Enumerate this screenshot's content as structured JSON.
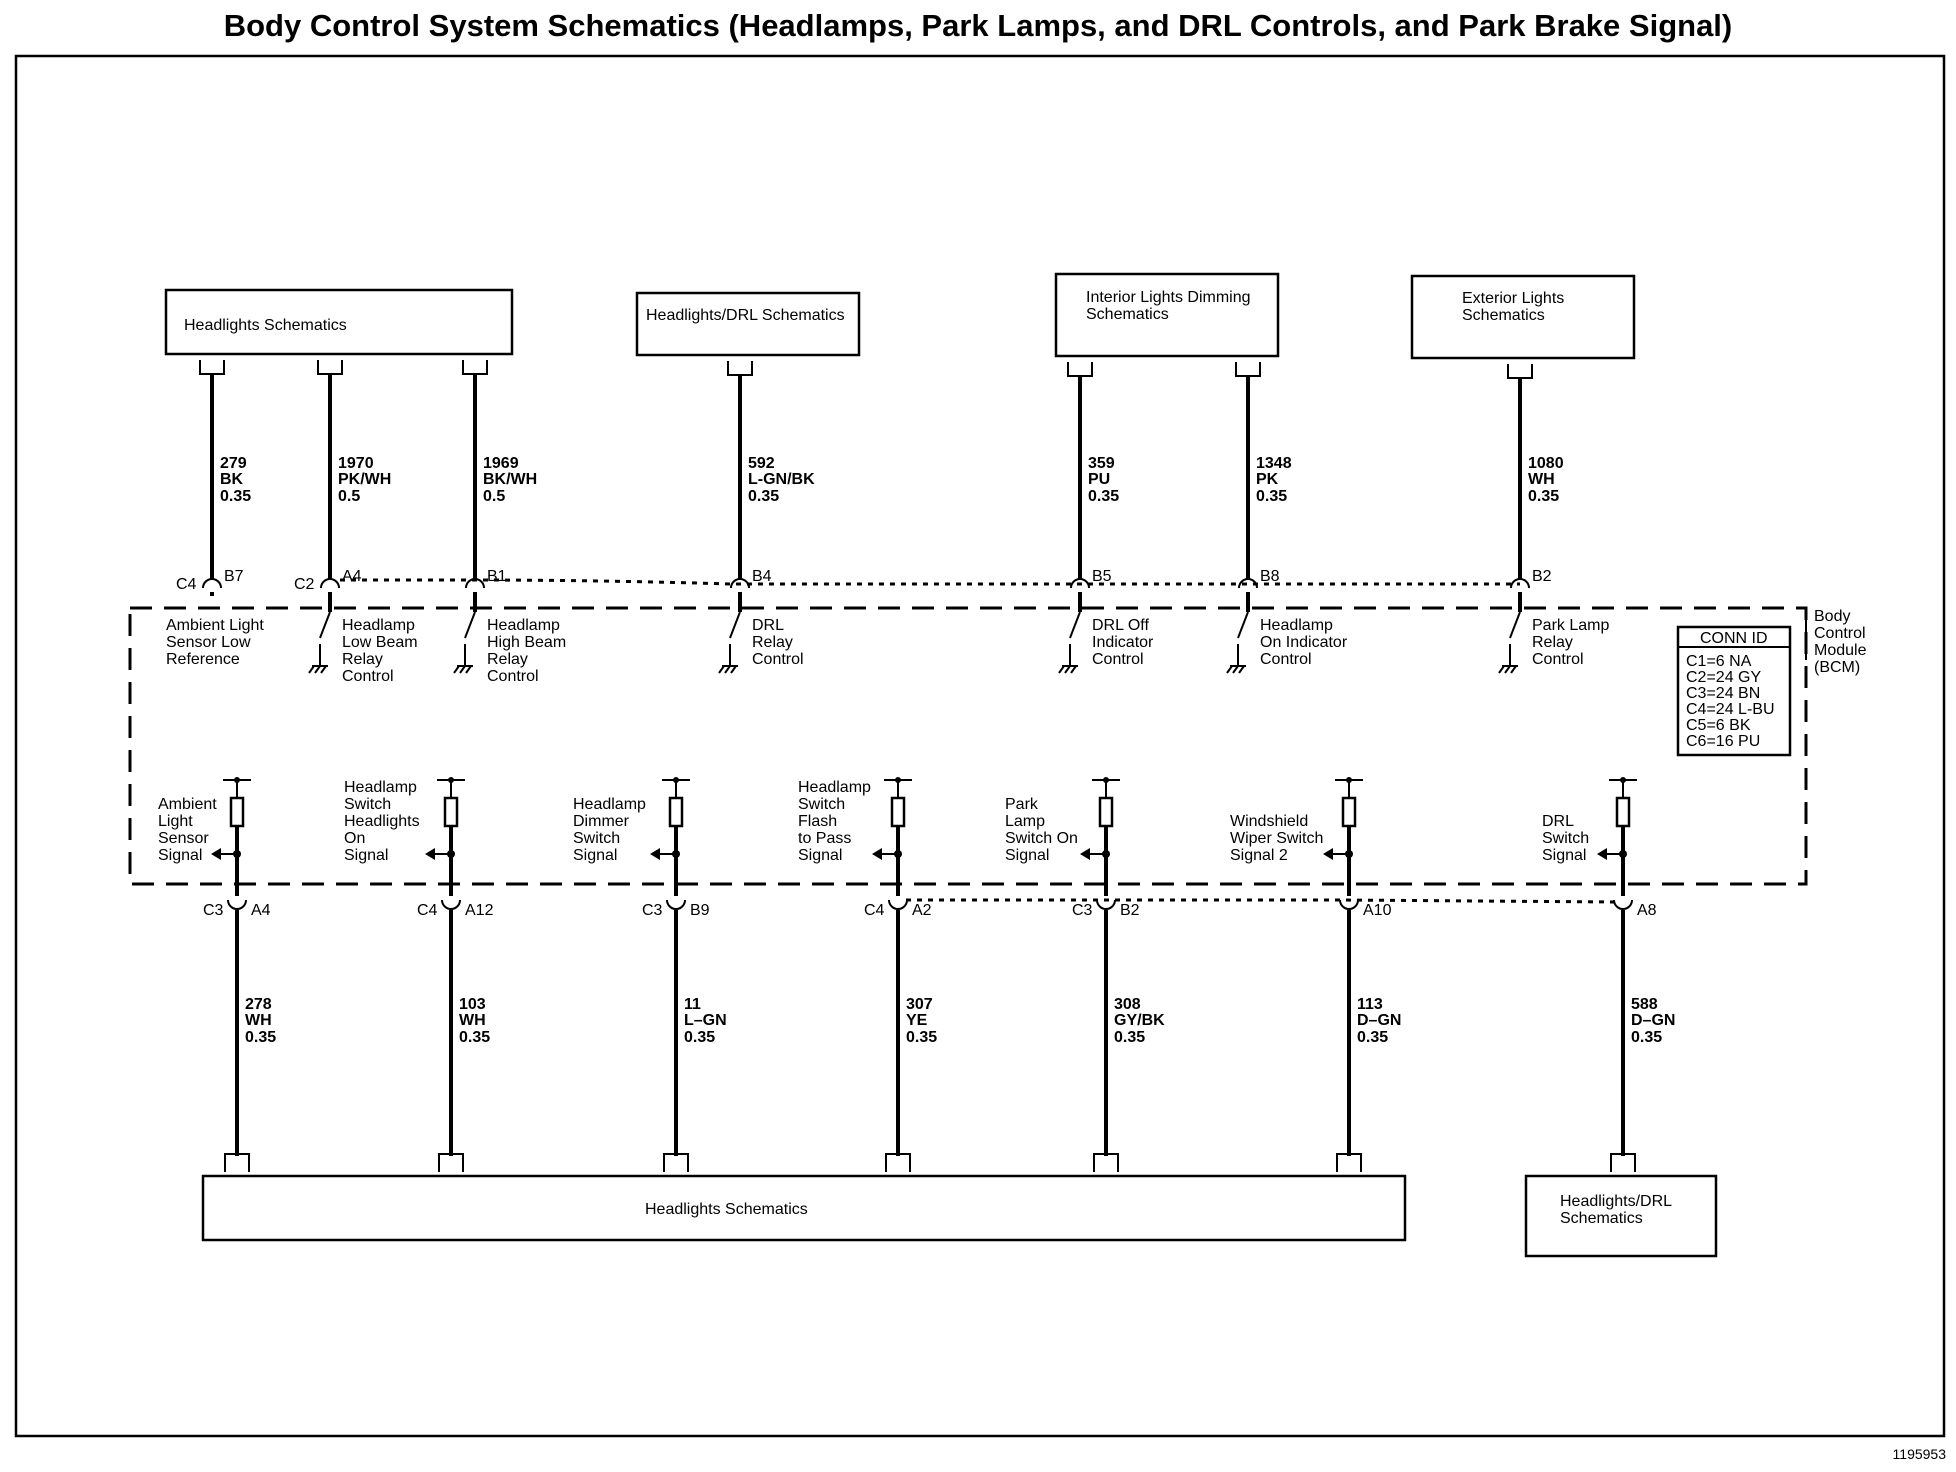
{
  "title": "Body Control System Schematics (Headlamps, Park Lamps, and DRL Controls, and Park Brake Signal)",
  "figure_id": "1195953",
  "module": {
    "label_lines": [
      "Body",
      "Control",
      "Module",
      "(BCM)"
    ]
  },
  "conn_id": {
    "header": "CONN ID",
    "rows": [
      "C1=6 NA",
      "C2=24 GY",
      "C3=24 BN",
      "C4=24 L-BU",
      "C5=6 BK",
      "C6=16 PU"
    ]
  },
  "top_boxes": [
    {
      "name": "top-box-headlights",
      "lines": [
        "Headlights Schematics"
      ]
    },
    {
      "name": "top-box-headlights-drl",
      "lines": [
        "Headlights/DRL Schematics"
      ]
    },
    {
      "name": "top-box-interior-dimming",
      "lines": [
        "Interior Lights Dimming",
        "Schematics"
      ]
    },
    {
      "name": "top-box-exterior-lights",
      "lines": [
        "Exterior Lights",
        "Schematics"
      ]
    }
  ],
  "bottom_boxes": [
    {
      "name": "bottom-box-headlights",
      "lines": [
        "Headlights Schematics"
      ]
    },
    {
      "name": "bottom-box-headlights-drl",
      "lines": [
        "Headlights/DRL",
        "Schematics"
      ]
    }
  ],
  "top_circuits": [
    {
      "conn": "C4",
      "pin": "B7",
      "circuit": "279",
      "color": "BK",
      "gauge": "0.35",
      "desc": [
        "Ambient Light",
        "Sensor Low",
        "Reference"
      ],
      "ground": false
    },
    {
      "conn": "C2",
      "pin": "A4",
      "circuit": "1970",
      "color": "PK/WH",
      "gauge": "0.5",
      "desc": [
        "Headlamp",
        "Low Beam",
        "Relay",
        "Control"
      ],
      "ground": true
    },
    {
      "conn": "",
      "pin": "B1",
      "circuit": "1969",
      "color": "BK/WH",
      "gauge": "0.5",
      "desc": [
        "Headlamp",
        "High Beam",
        "Relay",
        "Control"
      ],
      "ground": true
    },
    {
      "conn": "",
      "pin": "B4",
      "circuit": "592",
      "color": "L-GN/BK",
      "gauge": "0.35",
      "desc": [
        "DRL",
        "Relay",
        "Control"
      ],
      "ground": true
    },
    {
      "conn": "",
      "pin": "B5",
      "circuit": "359",
      "color": "PU",
      "gauge": "0.35",
      "desc": [
        "DRL Off",
        "Indicator",
        "Control"
      ],
      "ground": true
    },
    {
      "conn": "",
      "pin": "B8",
      "circuit": "1348",
      "color": "PK",
      "gauge": "0.35",
      "desc": [
        "Headlamp",
        "On Indicator",
        "Control"
      ],
      "ground": true
    },
    {
      "conn": "",
      "pin": "B2",
      "circuit": "1080",
      "color": "WH",
      "gauge": "0.35",
      "desc": [
        "Park Lamp",
        "Relay",
        "Control"
      ],
      "ground": true
    }
  ],
  "bottom_circuits": [
    {
      "conn": "C3",
      "pin": "A4",
      "circuit": "278",
      "color": "WH",
      "gauge": "0.35",
      "desc": [
        "Ambient",
        "Light",
        "Sensor",
        "Signal"
      ]
    },
    {
      "conn": "C4",
      "pin": "A12",
      "circuit": "103",
      "color": "WH",
      "gauge": "0.35",
      "desc": [
        "Headlamp",
        "Switch",
        "Headlights",
        "On",
        "Signal"
      ]
    },
    {
      "conn": "C3",
      "pin": "B9",
      "circuit": "11",
      "color": "L–GN",
      "gauge": "0.35",
      "desc": [
        "Headlamp",
        "Dimmer",
        "Switch",
        "Signal"
      ]
    },
    {
      "conn": "C4",
      "pin": "A2",
      "circuit": "307",
      "color": "YE",
      "gauge": "0.35",
      "desc": [
        "Headlamp",
        "Switch",
        "Flash",
        "to Pass",
        "Signal"
      ]
    },
    {
      "conn": "C3",
      "pin": "B2",
      "circuit": "308",
      "color": "GY/BK",
      "gauge": "0.35",
      "desc": [
        "Park",
        "Lamp",
        "Switch On",
        "Signal"
      ]
    },
    {
      "conn": "",
      "pin": "A10",
      "circuit": "113",
      "color": "D–GN",
      "gauge": "0.35",
      "desc": [
        "Windshield",
        "Wiper Switch",
        "Signal 2"
      ]
    },
    {
      "conn": "",
      "pin": "A8",
      "circuit": "588",
      "color": "D–GN",
      "gauge": "0.35",
      "desc": [
        "DRL",
        "Switch",
        "Signal"
      ]
    }
  ]
}
